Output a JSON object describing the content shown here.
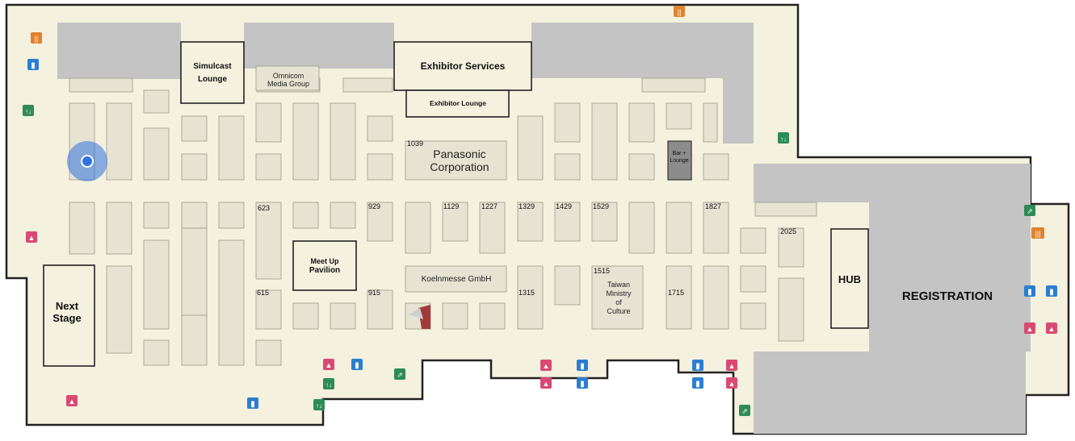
{
  "labels": {
    "simulcast_lounge_1": "Simulcast",
    "simulcast_lounge_2": "Lounge",
    "omnicom_1": "Omnicom",
    "omnicom_2": "Media Group",
    "exhibitor_services": "Exhibitor Services",
    "exhibitor_lounge": "Exhibitor Lounge",
    "panasonic_1": "Panasonic",
    "panasonic_2": "Corporation",
    "bar_lounge_1": "Bar +",
    "bar_lounge_2": "Lounge",
    "meetup_1": "Meet Up",
    "meetup_2": "Pavilion",
    "koelnmesse": "Koelnmesse GmbH",
    "taiwan_1": "Taiwan",
    "taiwan_2": "Ministry",
    "taiwan_3": "of",
    "taiwan_4": "Culture",
    "next_stage_1": "Next",
    "next_stage_2": "Stage",
    "hub": "HUB",
    "registration": "REGISTRATION"
  },
  "booth_numbers": {
    "b1039": "1039",
    "b623": "623",
    "b929": "929",
    "b1129": "1129",
    "b1227": "1227",
    "b1329": "1329",
    "b1429": "1429",
    "b1529": "1529",
    "b1827": "1827",
    "b2025": "2025",
    "b1515": "1515",
    "b615": "615",
    "b915": "915",
    "b1315": "1315",
    "b1715": "1715"
  },
  "colors": {
    "floor": "#f4f1de",
    "booth": "#e6e3d2",
    "block": "#c4c4c4",
    "location_dot": "#2f73e0",
    "restroom_women": "#d94a73",
    "restroom_men": "#2a7fd1",
    "stairs": "#2e8b57",
    "food": "#e0822f"
  },
  "icons": {
    "location": "current-location-icon",
    "restroom_women": "restroom-women-icon",
    "restroom_men": "restroom-men-icon",
    "stairs": "stairs-icon",
    "food": "food-icon",
    "exit": "exit-icon"
  }
}
